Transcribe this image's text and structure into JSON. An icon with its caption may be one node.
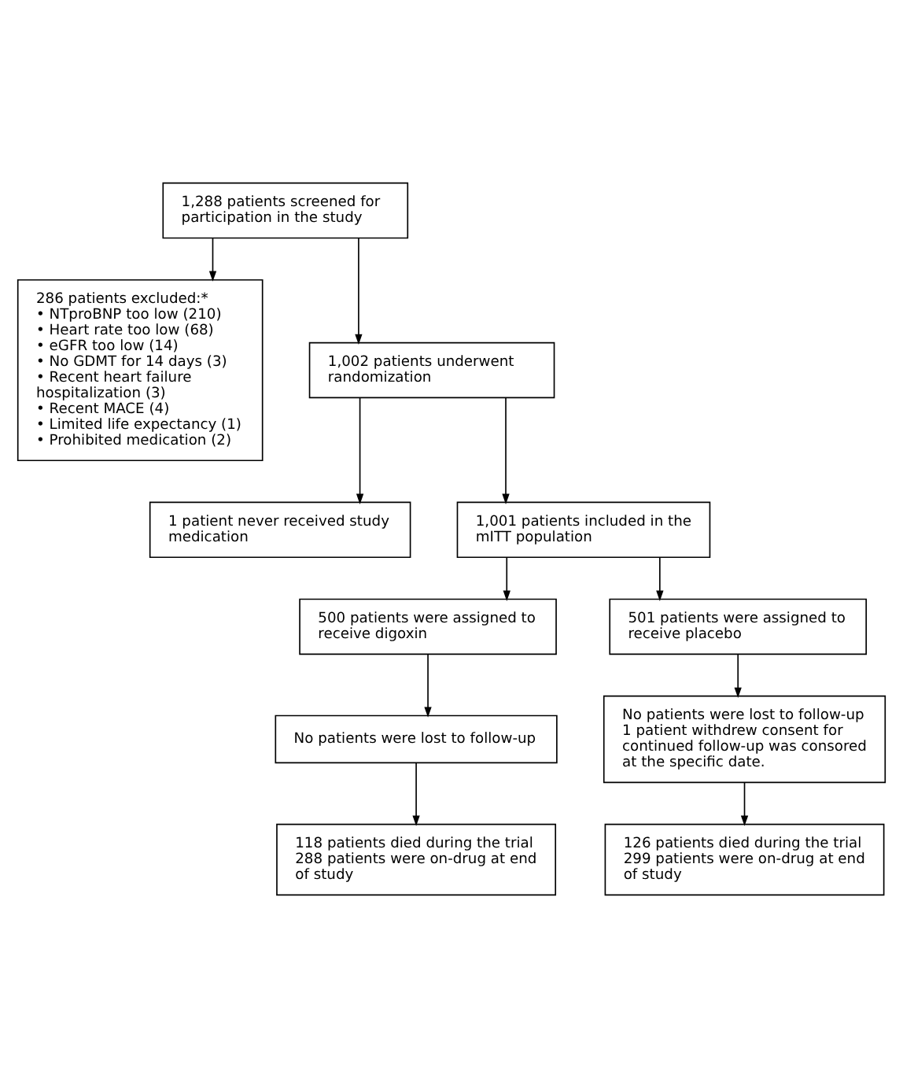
{
  "diagram": {
    "nodes": [
      {
        "text": [
          "1,288 patients screened for participation in the study"
        ]
      },
      {
        "text": [
          "286 patients excluded:*",
          "• NTproBNP too low (210)",
          "• Heart rate too low (68)",
          "• eGFR too low (14)",
          "• No GDMT for 14 days (3)",
          "• Recent heart failure hospitalization (3)",
          "• Recent MACE (4)",
          "• Limited life expectancy (1)",
          "• Prohibited medication (2)"
        ]
      },
      {
        "text": [
          "1,002 patients underwent randomization"
        ]
      },
      {
        "text": [
          "1 patient never received study medication"
        ]
      },
      {
        "text": [
          "1,001 patients included in the mITT population"
        ]
      },
      {
        "text": [
          "500 patients were assigned to receive digoxin"
        ]
      },
      {
        "text": [
          "501 patients were assigned to receive placebo"
        ]
      },
      {
        "text": [
          "No patients were lost to follow-up"
        ]
      },
      {
        "text": [
          "No patients were lost to follow-up",
          "1 patient withdrew consent for continued follow-up was consored at the specific date."
        ]
      },
      {
        "text": [
          "118 patients died during the trial",
          "288 patients were on-drug at end of study"
        ]
      },
      {
        "text": [
          "126 patients died during the trial",
          "299 patients were on-drug at end of study"
        ]
      }
    ],
    "edges": [
      {
        "from": 0,
        "to": 2,
        "arrow": "to"
      },
      {
        "from": 0,
        "to": 1,
        "arrow": "to"
      },
      {
        "from": 2,
        "to": 4,
        "arrow": "to"
      },
      {
        "from": 2,
        "to": 3,
        "arrow": "to"
      },
      {
        "from": 4,
        "to": 5,
        "arrow": "to"
      },
      {
        "from": 4,
        "to": 6,
        "arrow": "to"
      },
      {
        "from": 5,
        "to": 7,
        "arrow": "to"
      },
      {
        "from": 6,
        "to": 8,
        "arrow": "to"
      },
      {
        "from": 7,
        "to": 9,
        "arrow": "to"
      },
      {
        "from": 8,
        "to": 10,
        "arrow": "to"
      }
    ]
  }
}
